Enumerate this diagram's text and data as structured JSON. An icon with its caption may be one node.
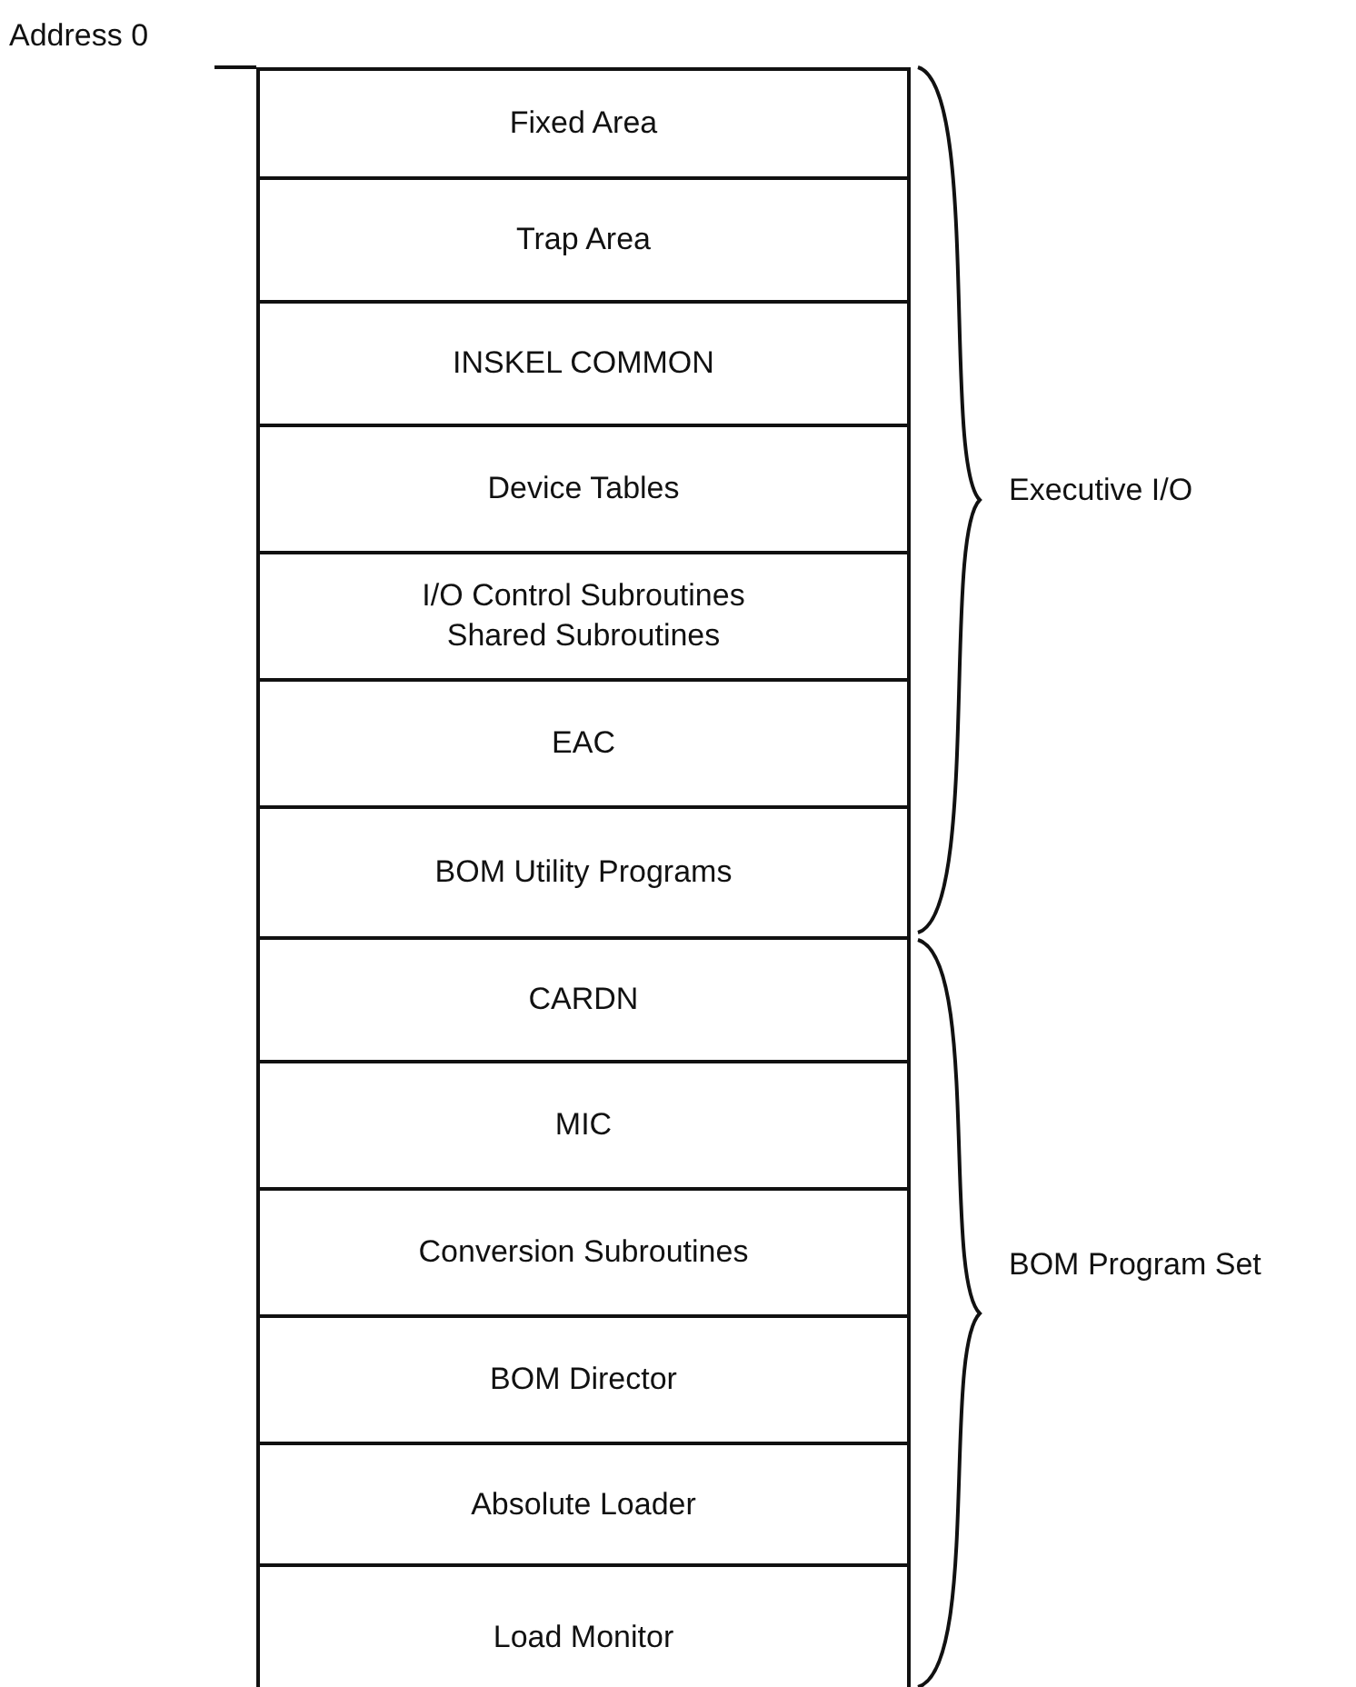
{
  "diagram": {
    "nodes": [
      {
        "text": [
          "Fixed Area"
        ]
      },
      {
        "text": [
          "Trap Area"
        ]
      },
      {
        "text": [
          "INSKEL COMMON"
        ]
      },
      {
        "text": [
          "Device Tables"
        ]
      },
      {
        "text": [
          "I/O Control Subroutines",
          "Shared Subroutines"
        ]
      },
      {
        "text": [
          "EAC"
        ]
      },
      {
        "text": [
          "BOM Utility Programs"
        ]
      },
      {
        "text": [
          "CARDN"
        ]
      },
      {
        "text": [
          "MIC"
        ]
      },
      {
        "text": [
          "Conversion Subroutines"
        ]
      },
      {
        "text": [
          "BOM Director"
        ]
      },
      {
        "text": [
          "Absolute Loader"
        ]
      },
      {
        "text": [
          "Load Monitor"
        ]
      }
    ],
    "labels": [
      "Address 0",
      "Executive I/O",
      "BOM Program Set"
    ]
  }
}
